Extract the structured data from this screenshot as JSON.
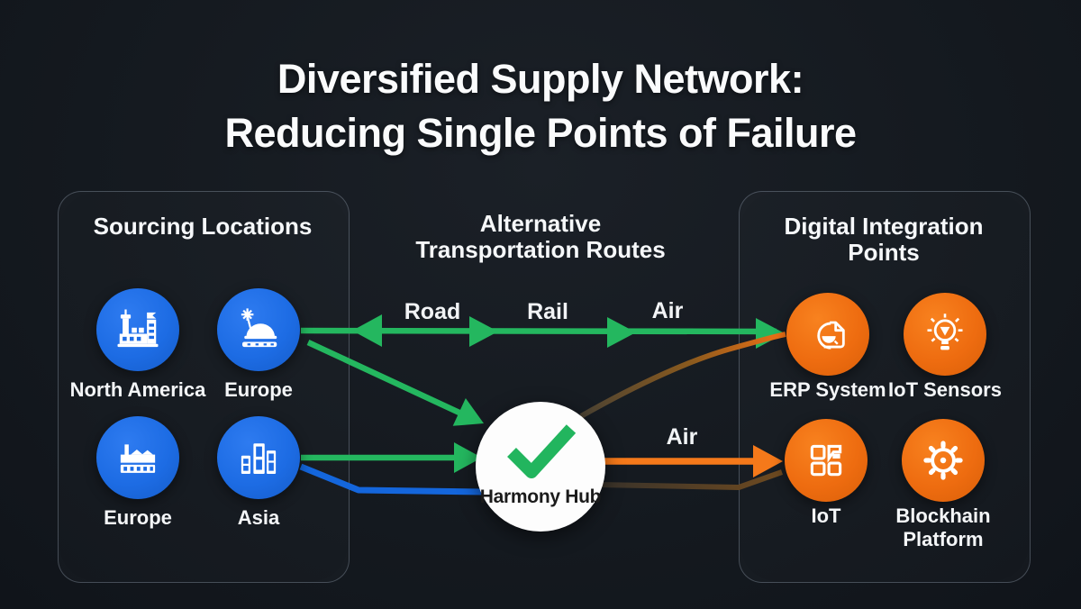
{
  "title": {
    "line1": "Diversified Supply Network:",
    "line2": "Reducing Single Points of Failure"
  },
  "sourcing_panel": {
    "heading": "Sourcing Locations",
    "items": [
      {
        "label": "North America",
        "icon": "factory-tower-icon"
      },
      {
        "label": "Europe",
        "icon": "dome-landmark-icon"
      },
      {
        "label": "Europe",
        "icon": "factory-icon"
      },
      {
        "label": "Asia",
        "icon": "city-buildings-icon"
      }
    ]
  },
  "routes_section": {
    "heading_line1": "Alternative",
    "heading_line2": "Transportation Routes",
    "labels": {
      "road": "Road",
      "rail": "Rail",
      "air_top": "Air",
      "air_lower": "Air"
    }
  },
  "hub": {
    "label": "Harmony Hub",
    "icon": "checkmark-icon"
  },
  "digital_panel": {
    "heading_line1": "Digital Integration",
    "heading_line2": "Points",
    "items": [
      {
        "label": "ERP System",
        "icon": "erp-document-icon"
      },
      {
        "label": "IoT Sensors",
        "icon": "lightbulb-icon"
      },
      {
        "label": "IoT",
        "icon": "qr-code-icon"
      },
      {
        "label": "Blockhain Platform",
        "icon": "gear-icon"
      }
    ]
  },
  "colors": {
    "background": "#14181e",
    "panel_border": "#96a2b2",
    "location_node": "#1d6ce4",
    "digital_node": "#ee6c10",
    "route_green": "#24b75f",
    "route_orange": "#f5791a",
    "route_blue": "#1466dc",
    "route_dark_brown": "#4a3a26",
    "hub_fill": "#fdfdfd",
    "hub_check_green": "#22b55e",
    "text": "#f4f6f8"
  }
}
